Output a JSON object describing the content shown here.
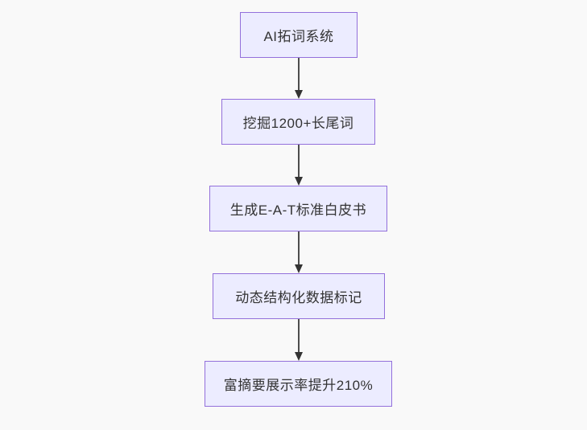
{
  "diagram": {
    "type": "flowchart",
    "direction": "top-down",
    "nodes": [
      {
        "label": "AI拓词系统"
      },
      {
        "label": "挖掘1200+长尾词"
      },
      {
        "label": "生成E-A-T标准白皮书"
      },
      {
        "label": "动态结构化数据标记"
      },
      {
        "label": "富摘要展示率提升210%"
      }
    ],
    "edges": [
      {
        "from": 0,
        "to": 1
      },
      {
        "from": 1,
        "to": 2
      },
      {
        "from": 2,
        "to": 3
      },
      {
        "from": 3,
        "to": 4
      }
    ],
    "colors": {
      "page_background": "#f9f9f9",
      "node_fill": "#ececff",
      "node_border": "#9370db",
      "edge_line": "#4d4d4d",
      "arrowhead": "#333333",
      "text": "#333333"
    }
  }
}
